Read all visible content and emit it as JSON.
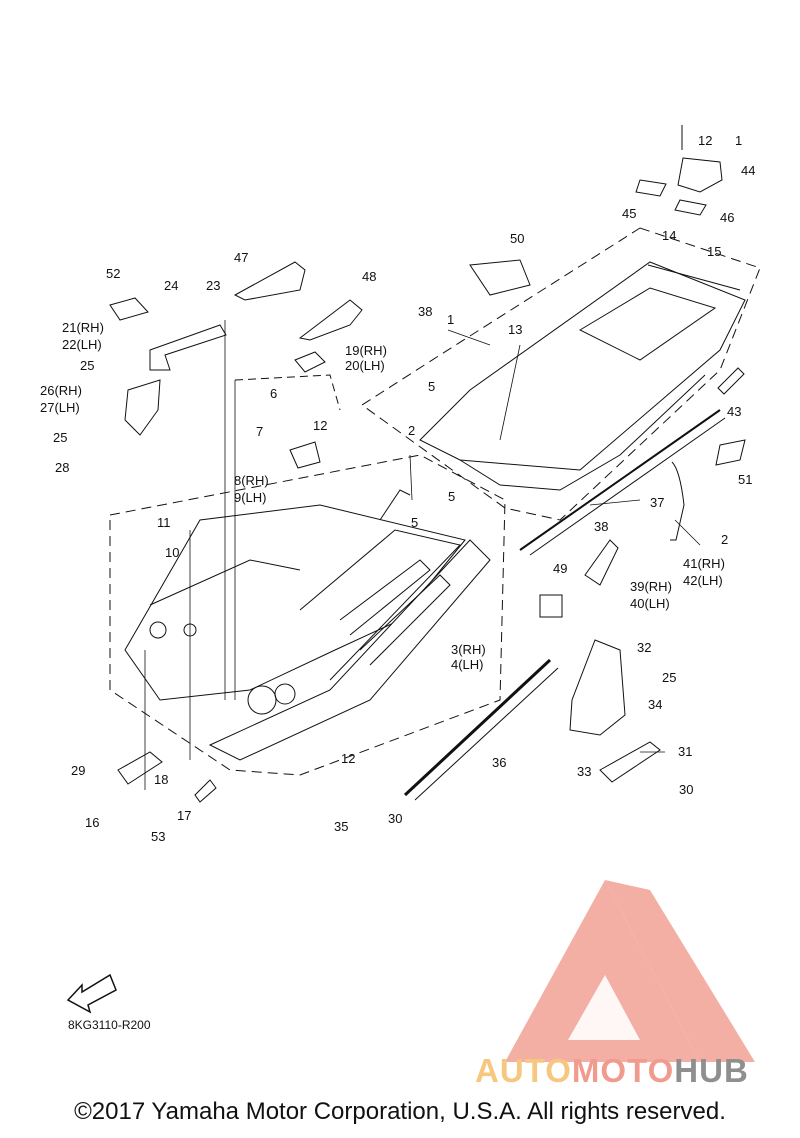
{
  "diagram": {
    "reference_code": "8KG3110-R200",
    "fwd_label": "FWD",
    "copyright": "©2017 Yamaha Motor Corporation, U.S.A. All rights reserved.",
    "watermark": {
      "part1": "AUTO",
      "part2": "MOTO",
      "part3": "HUB"
    },
    "callouts": [
      "12",
      "1",
      "44",
      "45",
      "46",
      "50",
      "14",
      "15",
      "47",
      "52",
      "24",
      "23",
      "48",
      "21(RH)",
      "22(LH)",
      "38",
      "1",
      "13",
      "19(RH)",
      "20(LH)",
      "25",
      "26(RH)",
      "27(LH)",
      "5",
      "43",
      "6",
      "7",
      "12",
      "25",
      "28",
      "2",
      "8(RH)",
      "9(LH)",
      "51",
      "5",
      "37",
      "11",
      "5",
      "2",
      "10",
      "38",
      "41(RH)",
      "42(LH)",
      "49",
      "39(RH)",
      "40(LH)",
      "3(RH)",
      "4(LH)",
      "32",
      "25",
      "34",
      "12",
      "31",
      "36",
      "29",
      "18",
      "33",
      "30",
      "16",
      "17",
      "35",
      "30",
      "53"
    ]
  }
}
